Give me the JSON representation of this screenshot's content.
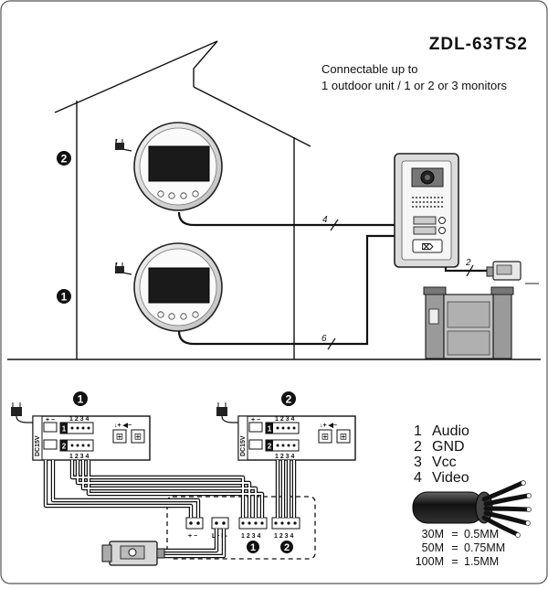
{
  "title": "ZDL-63TS2",
  "subtitle": {
    "line1": "Connectable up to",
    "line2": "1 outdoor unit / 1 or 2 or 3 monitors"
  },
  "house": {
    "floor_labels": [
      "2",
      "1"
    ],
    "wire_counts": {
      "monitor2_to_door": "4",
      "monitor1_to_door": "6",
      "door_to_lock": "2"
    }
  },
  "wiring": {
    "monitor_numbers": [
      "1",
      "2"
    ],
    "power_label": "DC15V",
    "terminal_numbers": "1 2 3 4",
    "lock_terminal_label": "L+ L-",
    "plus_minus_label": "+ −",
    "plus_label": "+",
    "minus_label": "−",
    "junction_numbers": [
      "1",
      "2"
    ]
  },
  "legend": {
    "items": [
      {
        "num": "1",
        "label": "Audio"
      },
      {
        "num": "2",
        "label": "GND"
      },
      {
        "num": "3",
        "label": "Vcc"
      },
      {
        "num": "4",
        "label": "Video"
      }
    ]
  },
  "specs": [
    {
      "length": "30M",
      "eq": "=",
      "size": "0.5MM"
    },
    {
      "length": "50M",
      "eq": "=",
      "size": "0.75MM"
    },
    {
      "length": "100M",
      "eq": "=",
      "size": "1.5MM"
    }
  ],
  "colors": {
    "ink": "#111111",
    "screen": "#1a1a1a",
    "frame": "#ffffff"
  }
}
